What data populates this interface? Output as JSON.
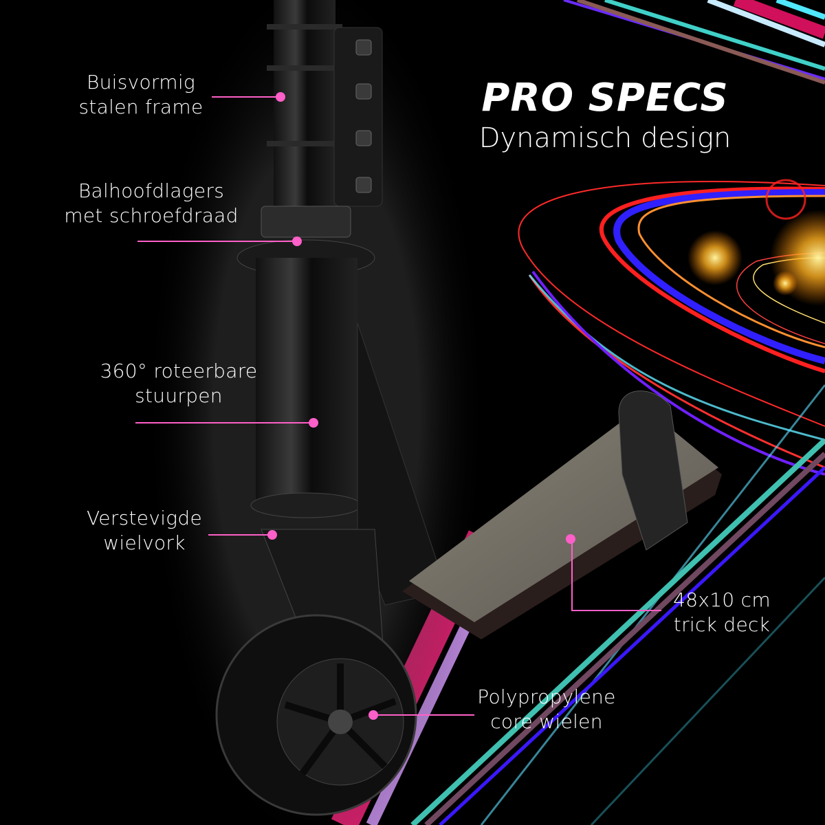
{
  "hero": {
    "title": "PRO SPECS",
    "subtitle": "Dynamisch design"
  },
  "callouts": [
    {
      "line1": "Buisvormig",
      "line2": "stalen frame"
    },
    {
      "line1": "Balhoofdlagers",
      "line2": "met schroefdraad"
    },
    {
      "line1": "360° roteerbare",
      "line2": "stuurpen"
    },
    {
      "line1": "Verstevigde",
      "line2": "wielvork"
    },
    {
      "line1": "48x10 cm",
      "line2": "trick deck"
    },
    {
      "line1": "Polypropylene",
      "line2": "core wielen"
    }
  ],
  "colors": {
    "accent": "#ff5fc8",
    "background": "#000000",
    "text": "#ffffff"
  }
}
